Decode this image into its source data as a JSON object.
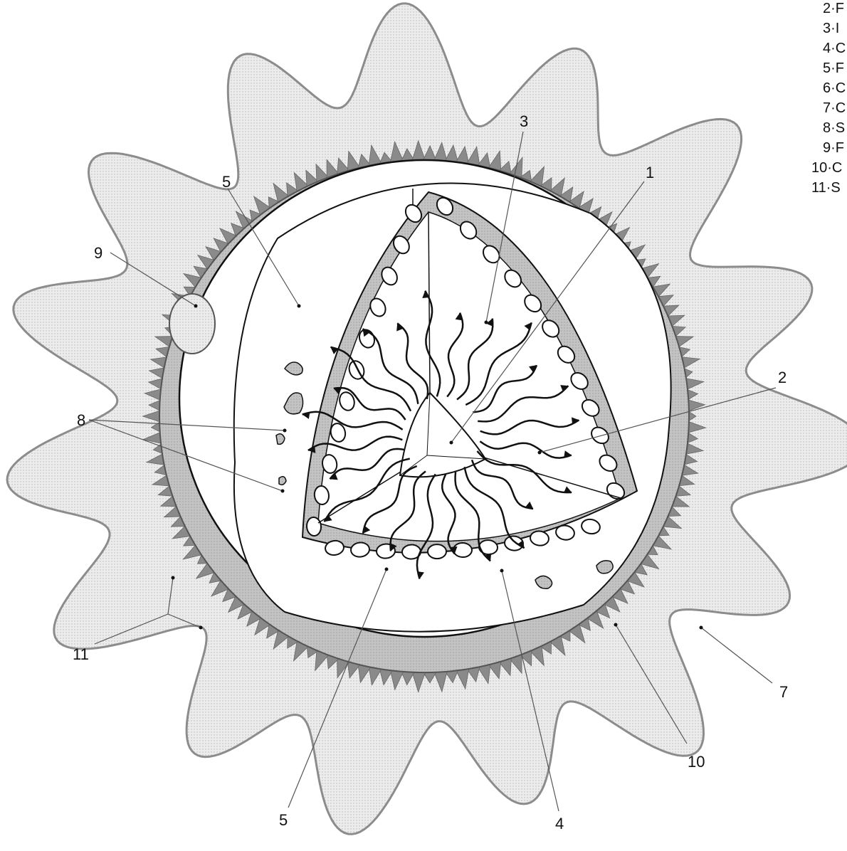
{
  "diagram": {
    "colors": {
      "background": "#ffffff",
      "outer_fill": "#e6e6e6",
      "outer_stroke": "#8c8c8c",
      "band_fill": "#bdbdbd",
      "line": "#111111",
      "white": "#ffffff"
    },
    "callouts": {
      "c1": "1",
      "c2": "2",
      "c3": "3",
      "c4": "4",
      "c5_top": "5",
      "c5_bottom": "5",
      "c7": "7",
      "c8": "8",
      "c9": "9",
      "c10": "10",
      "c11": "11"
    },
    "legend": [
      "2·F",
      "3·I",
      "4·C",
      "5·F",
      "6·C",
      "7·C",
      "8·S",
      "9·F",
      "10·C",
      "11·S"
    ]
  }
}
